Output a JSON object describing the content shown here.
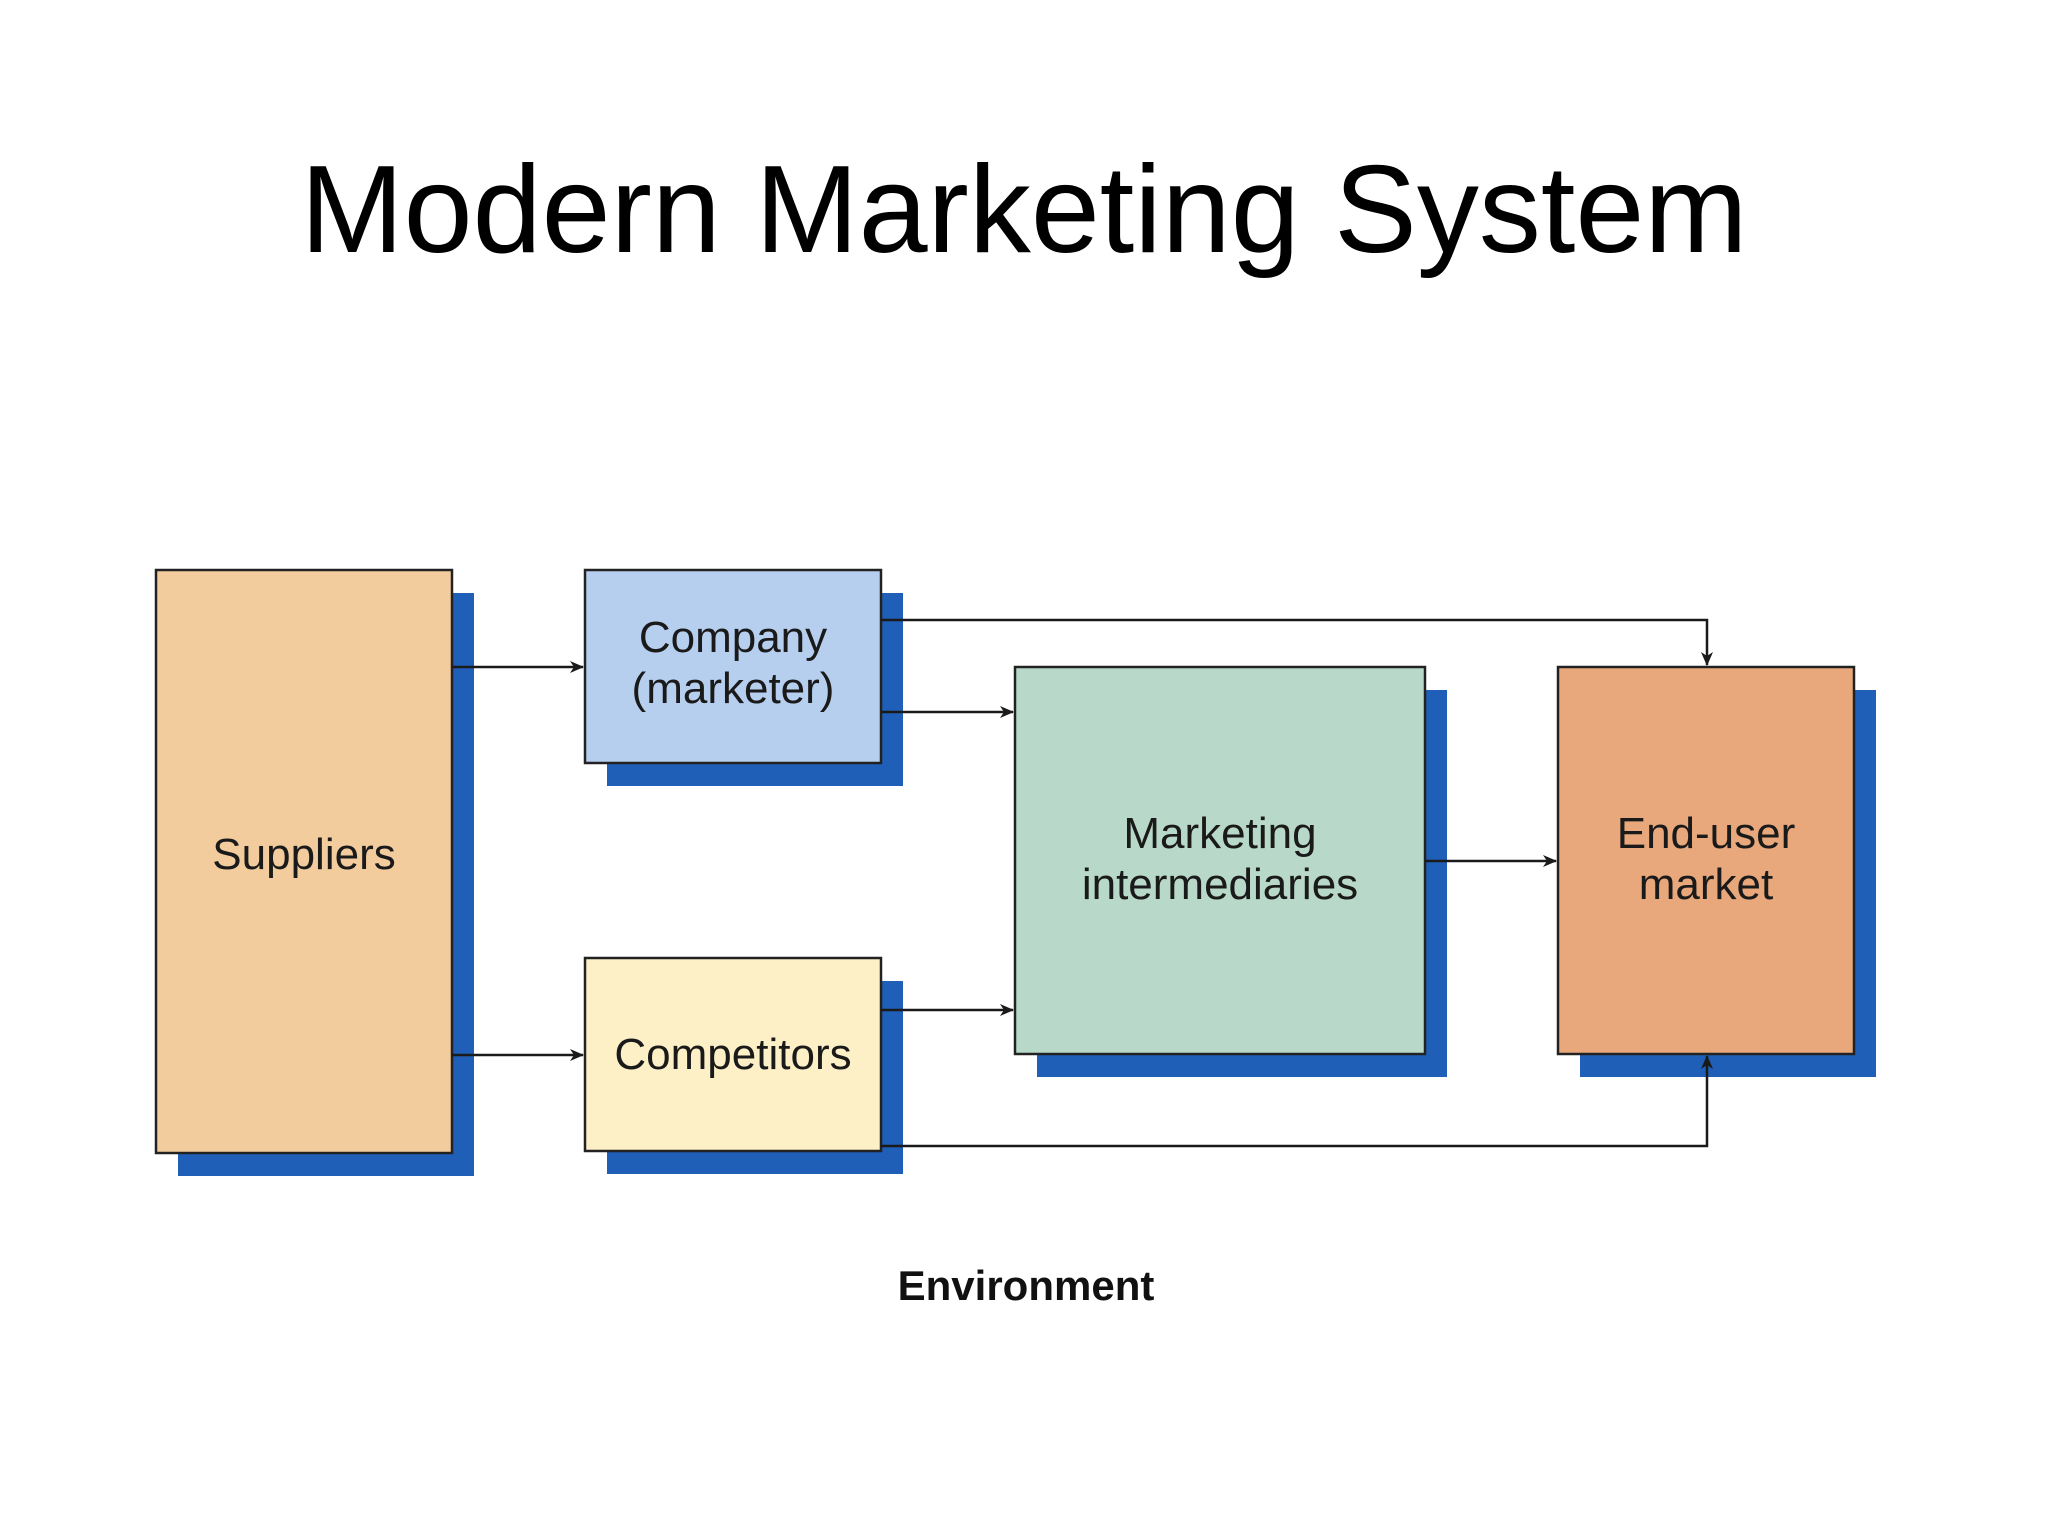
{
  "slide": {
    "title": "Modern Marketing System"
  },
  "diagram": {
    "nodes": {
      "suppliers": {
        "label": "Suppliers"
      },
      "company": {
        "line1": "Company",
        "line2": "(marketer)"
      },
      "competitors": {
        "label": "Competitors"
      },
      "intermediaries": {
        "line1": "Marketing",
        "line2": "intermediaries"
      },
      "end_user": {
        "line1": "End-user",
        "line2": "market"
      }
    },
    "caption": "Environment"
  },
  "colors": {
    "shadow": "#1f5fb8",
    "suppliers_fill": "#f3cc9e",
    "company_fill": "#b7cfee",
    "competitors_fill": "#fdf0c6",
    "intermediaries_fill": "#b8d9c9",
    "end_user_fill": "#e8a87c",
    "stroke": "#222222"
  }
}
